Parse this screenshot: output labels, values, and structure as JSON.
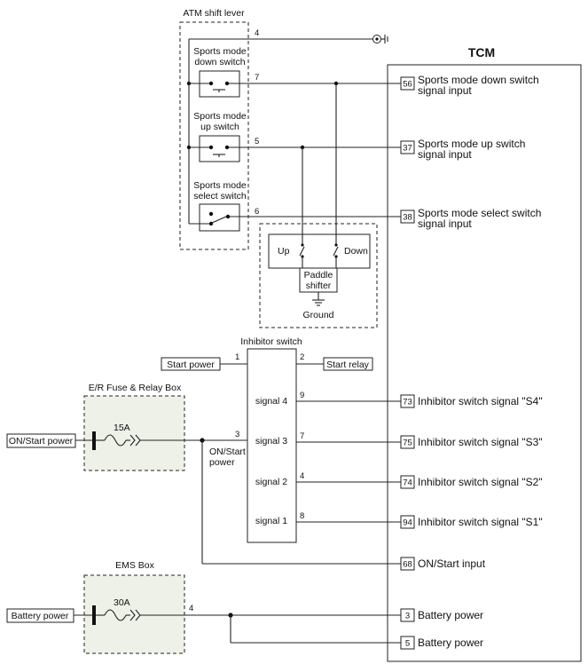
{
  "atm": {
    "title": "ATM shift lever",
    "down_switch": [
      "Sports mode",
      "down switch"
    ],
    "up_switch": [
      "Sports mode",
      "up switch"
    ],
    "select_switch": [
      "Sports mode",
      "select switch"
    ],
    "pins": {
      "ground": "4",
      "down": "7",
      "up": "5",
      "select": "6"
    }
  },
  "tcm": {
    "title": "TCM",
    "pins": [
      {
        "num": "56",
        "text": [
          "Sports mode down switch",
          "signal input"
        ]
      },
      {
        "num": "37",
        "text": [
          "Sports mode up switch",
          "signal input"
        ]
      },
      {
        "num": "38",
        "text": [
          "Sports mode select switch",
          "signal input"
        ]
      },
      {
        "num": "73",
        "text": [
          "Inhibitor switch signal \"S4\""
        ]
      },
      {
        "num": "75",
        "text": [
          "Inhibitor switch signal \"S3\""
        ]
      },
      {
        "num": "74",
        "text": [
          "Inhibitor switch signal \"S2\""
        ]
      },
      {
        "num": "94",
        "text": [
          "Inhibitor switch signal \"S1\""
        ]
      },
      {
        "num": "68",
        "text": [
          "ON/Start input"
        ]
      },
      {
        "num": "3",
        "text": [
          "Battery power"
        ]
      },
      {
        "num": "5",
        "text": [
          "Battery power"
        ]
      }
    ]
  },
  "paddle": {
    "up": "Up",
    "down": "Down",
    "shifter": [
      "Paddle",
      "shifter"
    ],
    "ground": "Ground"
  },
  "inhibitor": {
    "title": "Inhibitor switch",
    "start_power": "Start power",
    "start_relay": "Start relay",
    "signals": [
      "signal 4",
      "signal 3",
      "signal 2",
      "signal 1"
    ],
    "pins": {
      "start_power": "1",
      "start_relay": "2",
      "on_start": "3",
      "s4": "9",
      "s3": "7",
      "s2": "4",
      "s1": "8"
    },
    "on_start_label": [
      "ON/Start",
      "power"
    ]
  },
  "er_fuse": {
    "title": "E/R Fuse & Relay Box",
    "fuse": "15A",
    "input": "ON/Start power"
  },
  "ems": {
    "title": "EMS Box",
    "fuse": "30A",
    "pin": "4",
    "input": "Battery power"
  }
}
